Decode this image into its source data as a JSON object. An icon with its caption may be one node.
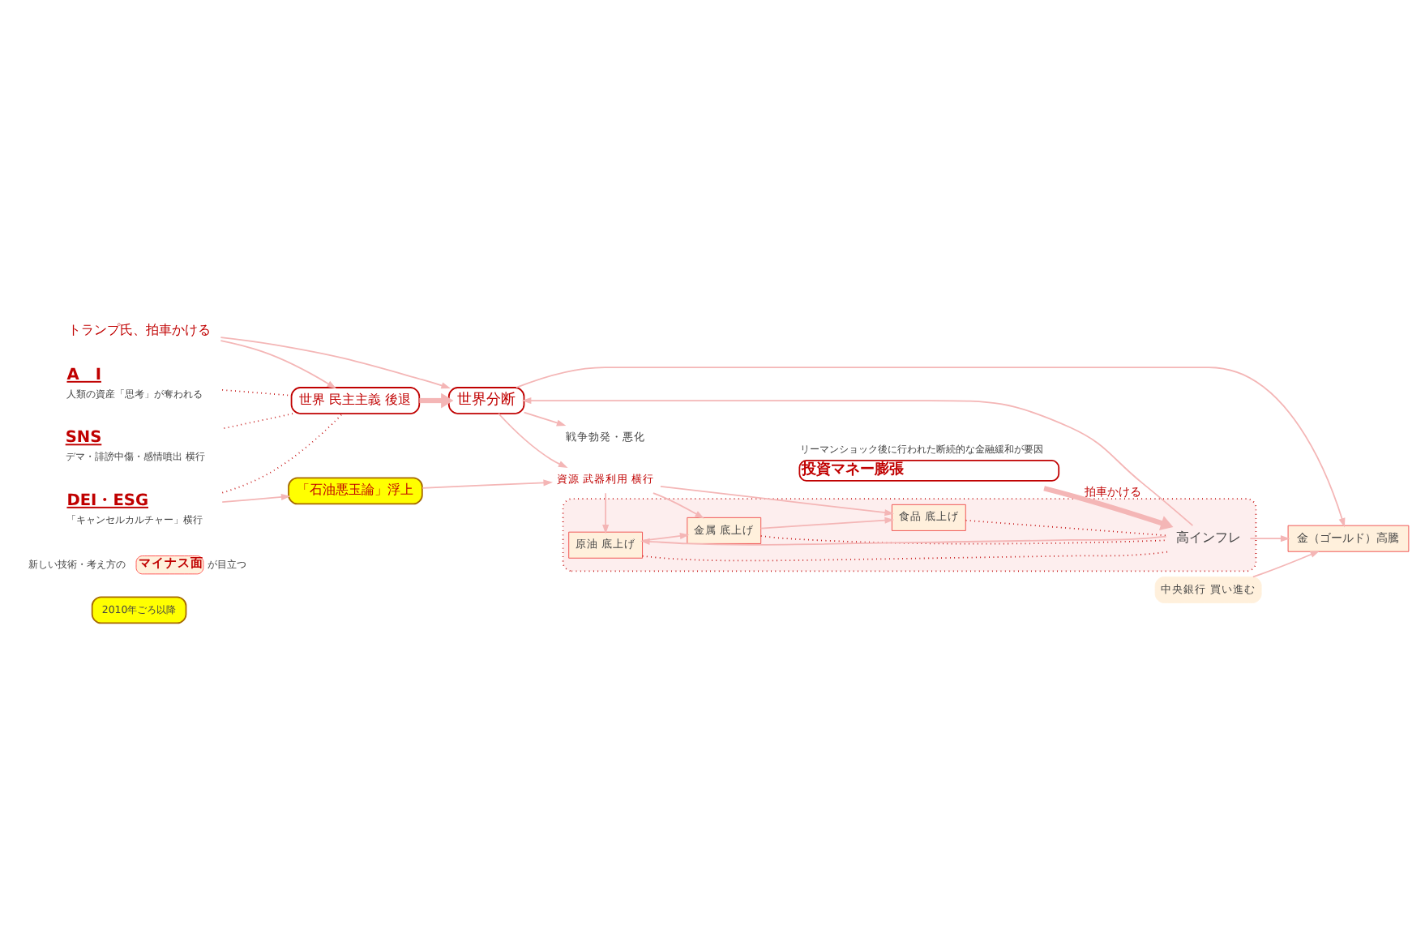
{
  "diagram": {
    "nodes": [
      {
        "text": [
          "2010年ごろ以降"
        ]
      },
      {
        "text": [
          "マイナス面"
        ],
        "beside": [
          "新しい技術・考え方の",
          "が目立つ"
        ]
      },
      {
        "text": [
          "SNS",
          "デマ・誹謗中傷・感情噴出 横行"
        ]
      },
      {
        "text": [
          "A　I",
          "人類の資産「思考」が奪われる"
        ]
      },
      {
        "text": [
          "DEI・ESG",
          "「キャンセルカルチャー」横行"
        ]
      },
      {
        "text": [
          "「石油悪玉論」浮上"
        ]
      },
      {
        "text": [
          "世界 民主主義 後退"
        ]
      },
      {
        "text": [
          "トランプ氏、拍車かける"
        ]
      },
      {
        "text": [
          "世界分断"
        ]
      },
      {
        "text": [
          "金（ゴールド）高騰"
        ]
      },
      {
        "text": [
          "中央銀行 買い進む"
        ]
      },
      {
        "text": [
          "戦争勃発・悪化"
        ]
      },
      {
        "text": [
          "資源 武器利用 横行"
        ]
      },
      {
        "text": [],
        "shape": "box"
      },
      {
        "text": [
          "原油 底上げ"
        ],
        "in": 13
      },
      {
        "text": [
          "金属 底上げ"
        ],
        "in": 13
      },
      {
        "text": [
          "食品 底上げ"
        ],
        "in": 13
      },
      {
        "text": [
          "高インフレ"
        ],
        "in": 13
      },
      {
        "text": [
          "投資マネー膨張"
        ],
        "beside": [
          "リーマンショック後に行われた断続的な金融緩和が要因"
        ]
      }
    ],
    "edges": [
      {
        "from": 2,
        "to": 6,
        "arrow": "none",
        "style": "dashed",
        "color": "#c00000"
      },
      {
        "from": 3,
        "to": 6,
        "arrow": "none",
        "style": "dashed",
        "color": "#c00000"
      },
      {
        "from": 4,
        "to": 6,
        "arrow": "none",
        "style": "dashed",
        "color": "#c00000"
      },
      {
        "from": 4,
        "to": 5,
        "arrow": "to"
      },
      {
        "from": 7,
        "to": 6,
        "arrow": "to"
      },
      {
        "from": 7,
        "to": 8,
        "arrow": "to"
      },
      {
        "from": 6,
        "to": 8,
        "arrow": "to",
        "style": "thick"
      },
      {
        "from": 8,
        "to": 9,
        "arrow": "to"
      },
      {
        "from": 10,
        "to": 9,
        "arrow": "to"
      },
      {
        "from": 8,
        "to": 11,
        "arrow": "to"
      },
      {
        "from": 17,
        "to": 8,
        "arrow": "to"
      },
      {
        "from": 17,
        "to": 9,
        "arrow": "to"
      },
      {
        "from": 17,
        "to": 14,
        "arrow": "to"
      },
      {
        "from": 8,
        "to": 12,
        "arrow": "to"
      },
      {
        "from": 5,
        "to": 12,
        "arrow": "to"
      },
      {
        "from": 12,
        "to": 14,
        "arrow": "to"
      },
      {
        "from": 12,
        "to": 15,
        "arrow": "to"
      },
      {
        "from": 12,
        "to": 16,
        "arrow": "to"
      },
      {
        "from": 14,
        "to": 15,
        "arrow": "to"
      },
      {
        "from": 15,
        "to": 16,
        "arrow": "to"
      },
      {
        "from": 14,
        "to": 17,
        "arrow": "none",
        "style": "dashed",
        "color": "#c00000"
      },
      {
        "from": 15,
        "to": 17,
        "arrow": "none",
        "style": "dashed",
        "color": "#c00000"
      },
      {
        "from": 16,
        "to": 17,
        "arrow": "none",
        "style": "dashed",
        "color": "#c00000"
      },
      {
        "from": 18,
        "to": 17,
        "arrow": "to",
        "label": "拍車かける",
        "style": "thick"
      }
    ]
  }
}
